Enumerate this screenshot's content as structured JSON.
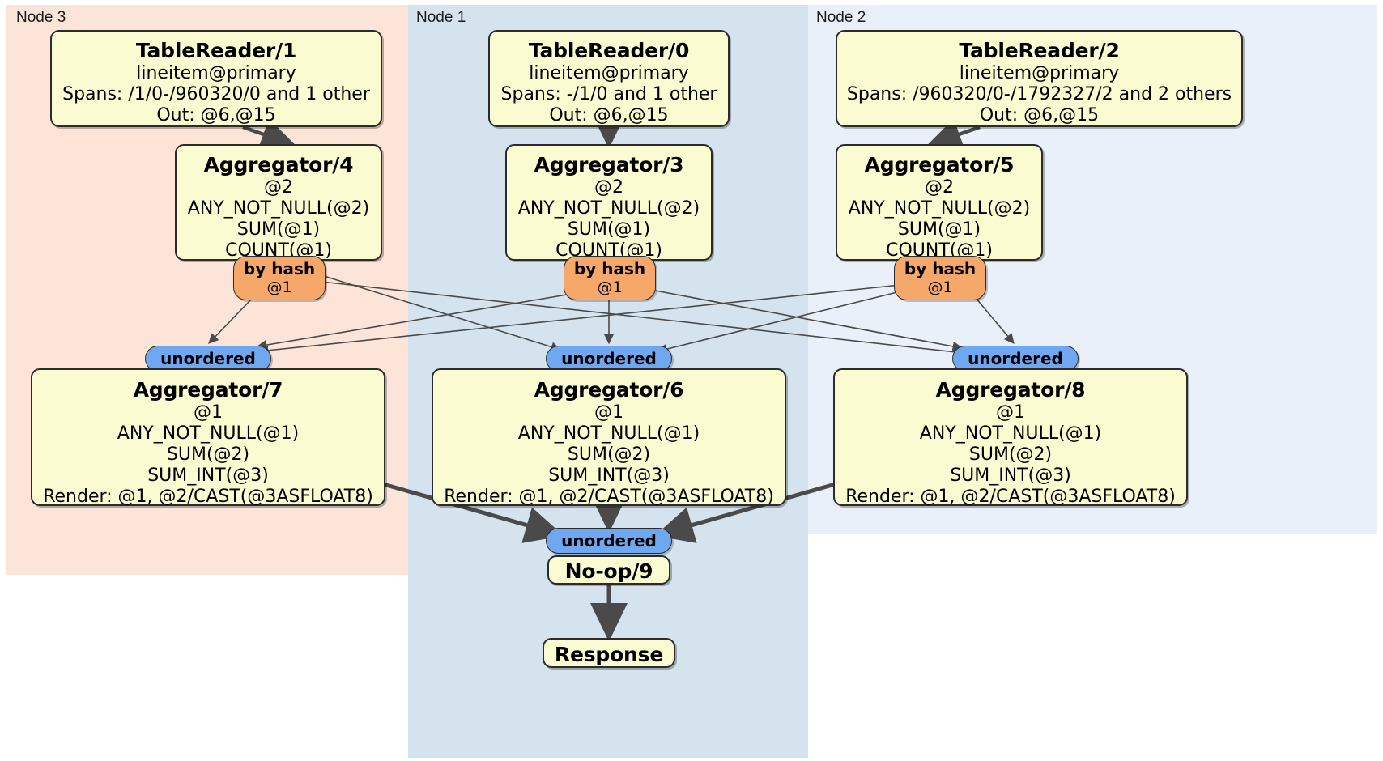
{
  "diagram": {
    "type": "distributed-query-plan",
    "nodes": [
      {
        "id": "node3",
        "label": "Node 3",
        "color": "#fce5d8"
      },
      {
        "id": "node1",
        "label": "Node 1",
        "color": "#d4e3ed"
      },
      {
        "id": "node2",
        "label": "Node 2",
        "color": "#eaf0fa"
      }
    ],
    "processors": [
      {
        "id": "tablereader-1",
        "title": "TableReader/1",
        "lines": [
          "lineitem@primary",
          "Spans: /1/0-/960320/0 and 1 other",
          "Out: @6,@15"
        ],
        "node": "node3"
      },
      {
        "id": "tablereader-0",
        "title": "TableReader/0",
        "lines": [
          "lineitem@primary",
          "Spans: -/1/0 and 1 other",
          "Out: @6,@15"
        ],
        "node": "node1"
      },
      {
        "id": "tablereader-2",
        "title": "TableReader/2",
        "lines": [
          "lineitem@primary",
          "Spans: /960320/0-/1792327/2 and 2 others",
          "Out: @6,@15"
        ],
        "node": "node2"
      },
      {
        "id": "aggregator-4",
        "title": "Aggregator/4",
        "lines": [
          "@2",
          "ANY_NOT_NULL(@2)",
          "SUM(@1)",
          "COUNT(@1)"
        ],
        "node": "node3"
      },
      {
        "id": "aggregator-3",
        "title": "Aggregator/3",
        "lines": [
          "@2",
          "ANY_NOT_NULL(@2)",
          "SUM(@1)",
          "COUNT(@1)"
        ],
        "node": "node1"
      },
      {
        "id": "aggregator-5",
        "title": "Aggregator/5",
        "lines": [
          "@2",
          "ANY_NOT_NULL(@2)",
          "SUM(@1)",
          "COUNT(@1)"
        ],
        "node": "node2"
      },
      {
        "id": "aggregator-7",
        "title": "Aggregator/7",
        "lines": [
          "@1",
          "ANY_NOT_NULL(@1)",
          "SUM(@2)",
          "SUM_INT(@3)",
          "Render: @1, @2/CAST(@3ASFLOAT8)"
        ],
        "node": "node3"
      },
      {
        "id": "aggregator-6",
        "title": "Aggregator/6",
        "lines": [
          "@1",
          "ANY_NOT_NULL(@1)",
          "SUM(@2)",
          "SUM_INT(@3)",
          "Render: @1, @2/CAST(@3ASFLOAT8)"
        ],
        "node": "node1"
      },
      {
        "id": "aggregator-8",
        "title": "Aggregator/8",
        "lines": [
          "@1",
          "ANY_NOT_NULL(@1)",
          "SUM(@2)",
          "SUM_INT(@3)",
          "Render: @1, @2/CAST(@3ASFLOAT8)"
        ],
        "node": "node2"
      },
      {
        "id": "noop-9",
        "title": "No-op/9",
        "lines": [],
        "node": "node1"
      },
      {
        "id": "response",
        "title": "Response",
        "lines": [],
        "node": "node1"
      }
    ],
    "routers": [
      {
        "id": "by-hash-left",
        "kind": "by hash",
        "detail": "@1",
        "color": "#f6a86b"
      },
      {
        "id": "by-hash-center",
        "kind": "by hash",
        "detail": "@1",
        "color": "#f6a86b"
      },
      {
        "id": "by-hash-right",
        "kind": "by hash",
        "detail": "@1",
        "color": "#f6a86b"
      }
    ],
    "synchronizers": [
      {
        "id": "unordered-left",
        "kind": "unordered",
        "color": "#6fa8f0"
      },
      {
        "id": "unordered-center",
        "kind": "unordered",
        "color": "#6fa8f0"
      },
      {
        "id": "unordered-right",
        "kind": "unordered",
        "color": "#6fa8f0"
      },
      {
        "id": "unordered-final",
        "kind": "unordered",
        "color": "#6fa8f0"
      }
    ],
    "colors": {
      "box_fill": "#fbfbd1",
      "box_border": "#2b2b2b",
      "edge": "#4a4a4a",
      "node3_bg": "#fce5d8",
      "node1_bg": "#d4e3ed",
      "node2_bg": "#eaf0fa"
    }
  }
}
